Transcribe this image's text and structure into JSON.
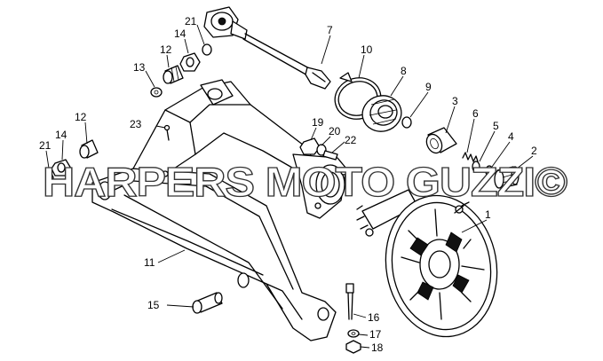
{
  "watermark": "HARPERS MOTO GUZZI©",
  "callouts": [
    {
      "id": "1",
      "label": "1"
    },
    {
      "id": "2",
      "label": "2"
    },
    {
      "id": "3",
      "label": "3"
    },
    {
      "id": "4",
      "label": "4"
    },
    {
      "id": "5",
      "label": "5"
    },
    {
      "id": "6",
      "label": "6"
    },
    {
      "id": "7",
      "label": "7"
    },
    {
      "id": "8",
      "label": "8"
    },
    {
      "id": "9",
      "label": "9"
    },
    {
      "id": "10",
      "label": "10"
    },
    {
      "id": "11",
      "label": "11"
    },
    {
      "id": "12a",
      "label": "12"
    },
    {
      "id": "12b",
      "label": "12"
    },
    {
      "id": "13",
      "label": "13"
    },
    {
      "id": "14a",
      "label": "14"
    },
    {
      "id": "14b",
      "label": "14"
    },
    {
      "id": "15",
      "label": "15"
    },
    {
      "id": "16",
      "label": "16"
    },
    {
      "id": "17",
      "label": "17"
    },
    {
      "id": "18",
      "label": "18"
    },
    {
      "id": "19",
      "label": "19"
    },
    {
      "id": "20",
      "label": "20"
    },
    {
      "id": "21a",
      "label": "21"
    },
    {
      "id": "21b",
      "label": "21"
    },
    {
      "id": "22",
      "label": "22"
    },
    {
      "id": "23",
      "label": "23"
    }
  ]
}
